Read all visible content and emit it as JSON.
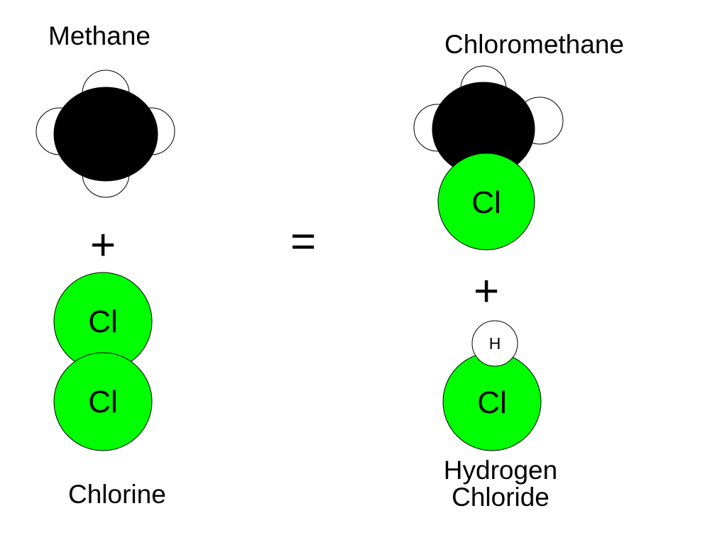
{
  "reactants": {
    "methane": {
      "title": "Methane"
    },
    "chlorine": {
      "title": "Chlorine",
      "atom_top_label": "Cl",
      "atom_bottom_label": "Cl"
    }
  },
  "operators": {
    "plus_left": "+",
    "equals": "=",
    "plus_right": "+"
  },
  "products": {
    "chloromethane": {
      "title": "Chloromethane",
      "chlorine_label": "Cl"
    },
    "hydrogen_chloride": {
      "title_line1": "Hydrogen",
      "title_line2": "Chloride",
      "hydrogen_label": "H",
      "chlorine_label": "Cl"
    }
  },
  "colors": {
    "carbon": "#000000",
    "hydrogen": "#ffffff",
    "chlorine": "#00ff00",
    "outline": "#000000",
    "background": "#ffffff"
  }
}
